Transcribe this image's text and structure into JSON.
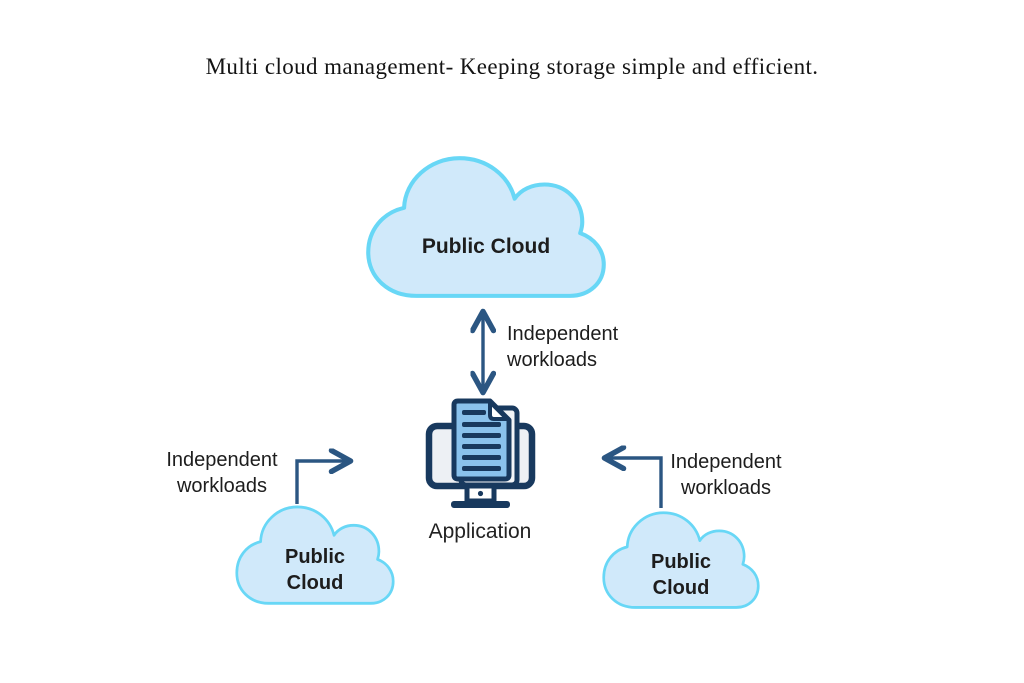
{
  "title": "Multi cloud management- Keeping storage simple and efficient.",
  "colors": {
    "cloud_fill": "#d0e9fa",
    "cloud_border": "#68d7f6",
    "arrow": "#2b5682",
    "icon_outline": "#18395e",
    "doc_fill": "#8ac2ec",
    "screen_fill": "#edf0f4",
    "page_fill": "#f2f4f7",
    "label_text": "#1d1d1d",
    "title_text": "#141414"
  },
  "diagram": {
    "top_cloud": {
      "label": "Public Cloud"
    },
    "left_cloud": {
      "label": "Public Cloud"
    },
    "right_cloud": {
      "label": "Public Cloud"
    },
    "application": {
      "label": "Application",
      "icon": "monitor-document-icon"
    },
    "links": {
      "top": {
        "label": "Independent workloads",
        "arrow": "double-vertical"
      },
      "left": {
        "label": "Independent workloads",
        "arrow": "elbow-right"
      },
      "right": {
        "label": "Independent workloads",
        "arrow": "elbow-left"
      }
    }
  }
}
